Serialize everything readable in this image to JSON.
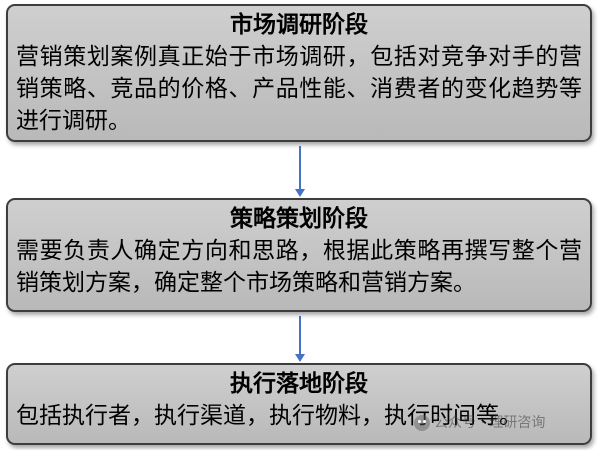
{
  "stages": [
    {
      "title": "市场调研阶段",
      "body": "营销策划案例真正始于市场调研，包括对竞争对手的营销策略、竞品的价格、产品性能、消费者的变化趋势等进行调研。"
    },
    {
      "title": "策略策划阶段",
      "body": "需要负责人确定方向和思路，根据此策略再撰写整个营销策划方案，确定整个市场策略和营销方案。"
    },
    {
      "title": "执行落地阶段",
      "body": "包括执行者，执行渠道，执行物料，执行时间等。"
    }
  ],
  "watermark": {
    "text": "公众号 · 理研咨询"
  },
  "colors": {
    "box_fill": "#c4c4c4",
    "box_border": "#3d3d3d",
    "arrow": "#4472c4"
  }
}
